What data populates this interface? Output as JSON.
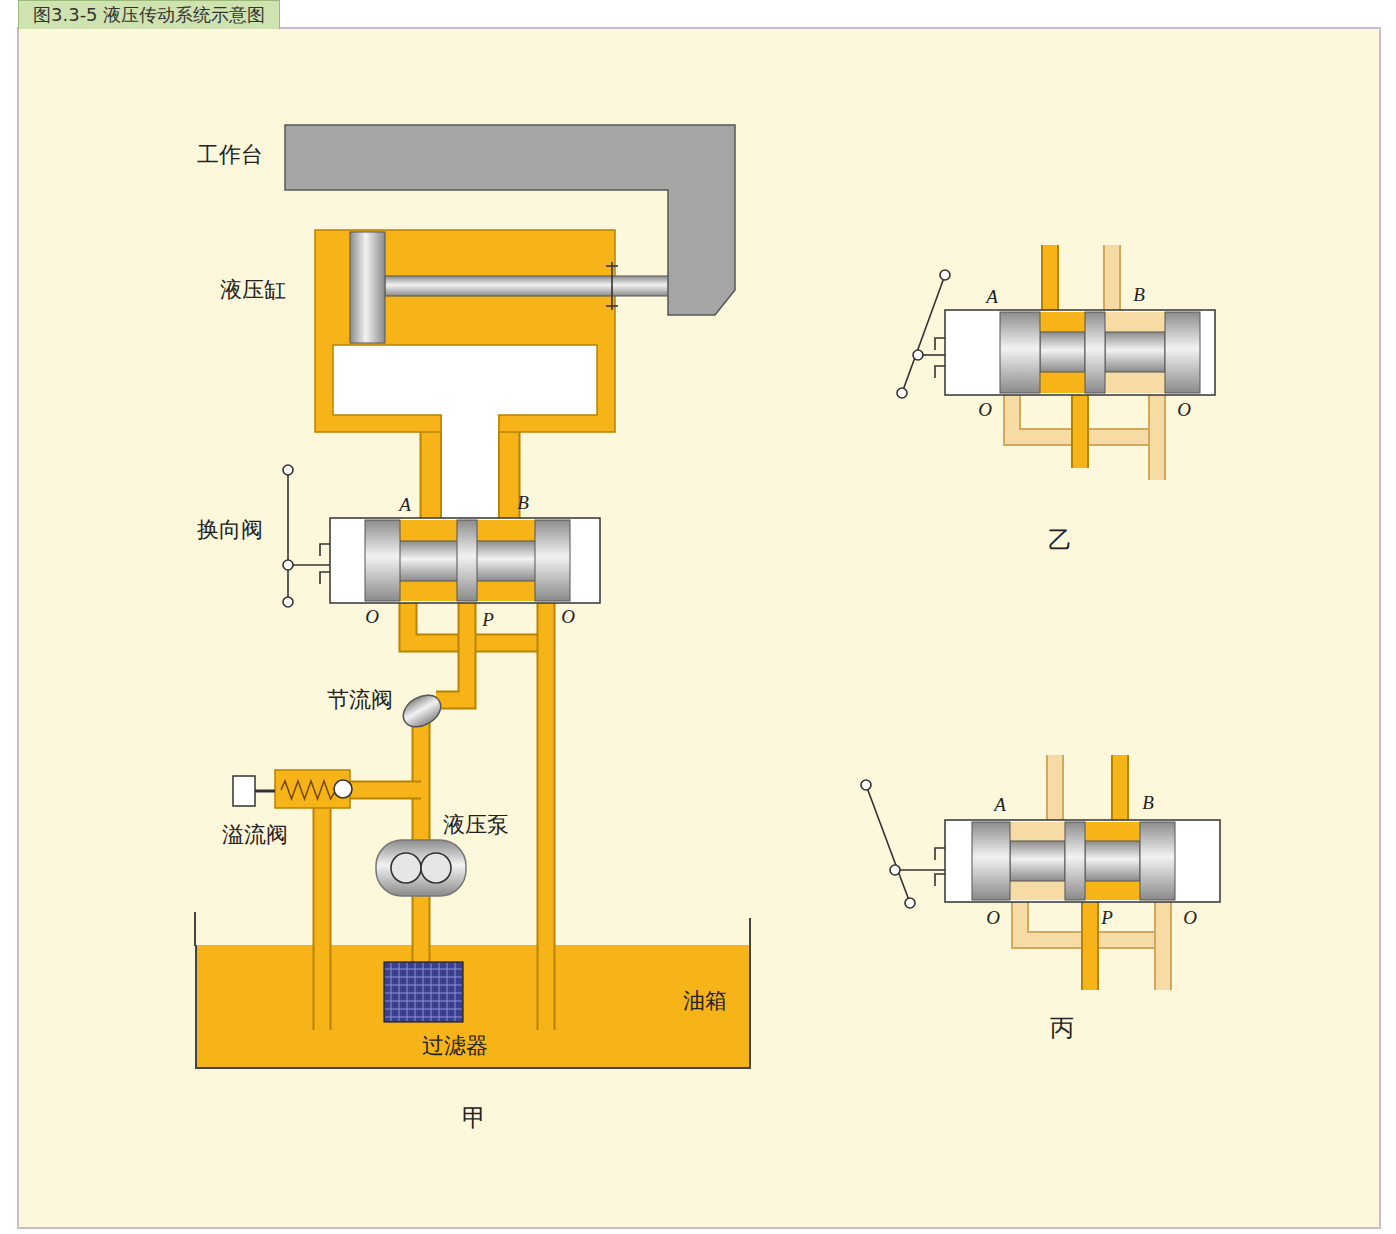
{
  "diagram": {
    "title": "图3.3-5 液压传动系统示意图",
    "nodes": [
      {
        "text": [
          "油箱"
        ]
      },
      {
        "text": [
          "过滤器"
        ],
        "in": 0
      }
    ],
    "labels": [
      "工作台",
      "液压缸",
      "换向阀",
      "A",
      "B",
      "O",
      "P",
      "O",
      "节流阀",
      "溢流阀",
      "液压泵",
      "甲",
      "A",
      "B",
      "O",
      "O",
      "乙",
      "A",
      "B",
      "O",
      "P",
      "O",
      "丙"
    ]
  }
}
